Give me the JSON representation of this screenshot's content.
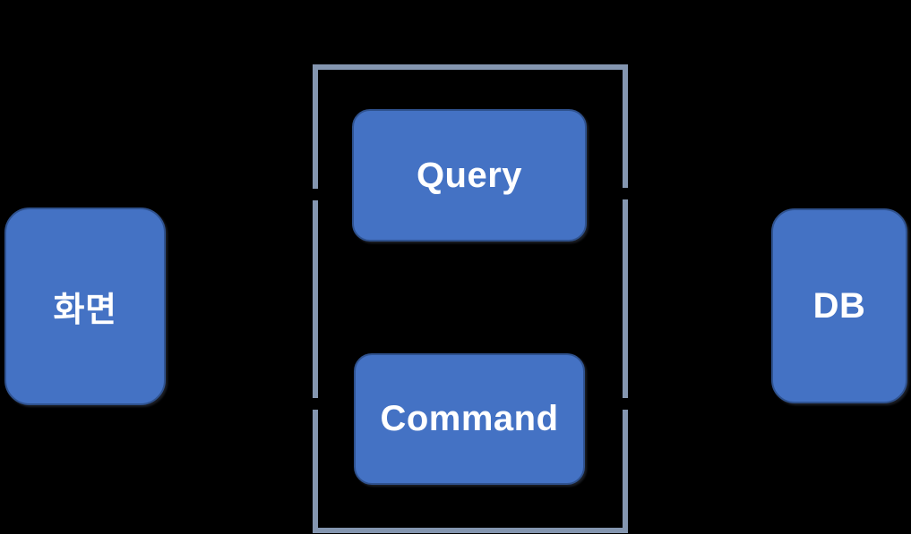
{
  "diagram": {
    "nodes": {
      "screen": {
        "label": "화면"
      },
      "query": {
        "label": "Query"
      },
      "command": {
        "label": "Command"
      },
      "db": {
        "label": "DB"
      }
    },
    "colors": {
      "background": "#000000",
      "node_fill": "#4472C4",
      "node_border": "#2F528F",
      "frame_border": "#8496B0",
      "label_text": "#FFFFFF"
    }
  }
}
